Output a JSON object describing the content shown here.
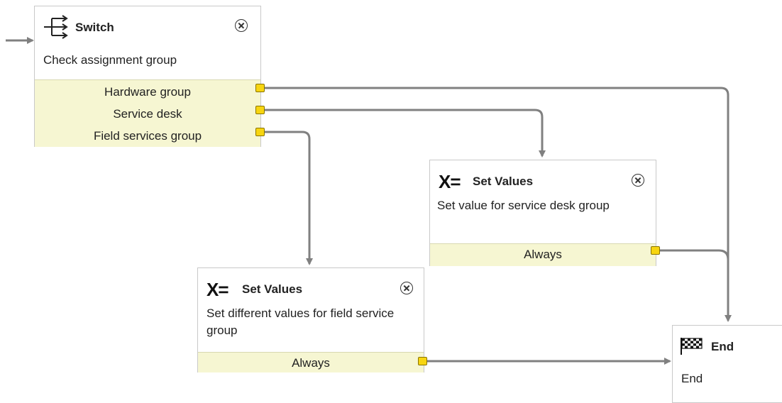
{
  "nodes": {
    "switch": {
      "title": "Switch",
      "description": "Check assignment group",
      "conditions": [
        "Hardware group",
        "Service desk",
        "Field services group"
      ]
    },
    "set_values_1": {
      "title": "Set Values",
      "description": "Set value for service desk group",
      "conditions": [
        "Always"
      ]
    },
    "set_values_2": {
      "title": "Set Values",
      "description": "Set different values for field service group",
      "conditions": [
        "Always"
      ]
    },
    "end": {
      "title": "End",
      "description": "End"
    }
  },
  "icons": {
    "set_values_glyph": "X=",
    "switch": "switch-branch-icon",
    "end": "checkered-flag-icon",
    "close": "circle-x-icon"
  },
  "colors": {
    "condition_bg": "#f6f6d2",
    "port": "#f7d511",
    "connector": "#808080",
    "node_border": "#c9c9c9"
  }
}
